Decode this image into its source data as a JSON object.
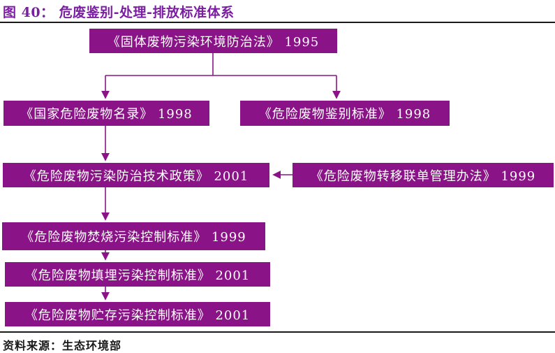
{
  "title": "图 40： 危废鉴别-处理-排放标准体系",
  "source": {
    "label": "资料来源：",
    "value": "生态环境部"
  },
  "colors": {
    "box_fill": "#8A1487",
    "box_text": "#ffffff",
    "title": "#7B1FA2",
    "connector": "#8A1487",
    "separator": "#1a1a1a",
    "source_text": "#1a1a1a",
    "page_bg": "#ffffff"
  },
  "diagram": {
    "nodes": [
      {
        "id": "solid-waste-law",
        "label": "《固体废物污染环境防治法》 1995",
        "year": "1995"
      },
      {
        "id": "hazardous-waste-catalog",
        "label": "《国家危险废物名录》 1998",
        "year": "1998"
      },
      {
        "id": "identification-standard",
        "label": "《危险废物鉴别标准》 1998",
        "year": "1998"
      },
      {
        "id": "pollution-control-tech-policy",
        "label": "《危险废物污染防治技术政策》 2001",
        "year": "2001"
      },
      {
        "id": "transfer-manifest-measures",
        "label": "《危险废物转移联单管理办法》 1999",
        "year": "1999"
      },
      {
        "id": "incineration-control-standard",
        "label": "《危险废物焚烧污染控制标准》 1999",
        "year": "1999"
      },
      {
        "id": "landfill-control-standard",
        "label": "《危险废物填埋污染控制标准》 2001",
        "year": "2001"
      },
      {
        "id": "storage-control-standard",
        "label": "《危险废物贮存污染控制标准》 2001",
        "year": "2001"
      }
    ],
    "edges": [
      {
        "from": "solid-waste-law",
        "to": "hazardous-waste-catalog"
      },
      {
        "from": "solid-waste-law",
        "to": "identification-standard"
      },
      {
        "from": "hazardous-waste-catalog",
        "to": "pollution-control-tech-policy"
      },
      {
        "from": "transfer-manifest-measures",
        "to": "pollution-control-tech-policy"
      },
      {
        "from": "pollution-control-tech-policy",
        "to": "incineration-control-standard"
      },
      {
        "from": "incineration-control-standard",
        "to": "landfill-control-standard"
      },
      {
        "from": "landfill-control-standard",
        "to": "storage-control-standard"
      }
    ]
  }
}
